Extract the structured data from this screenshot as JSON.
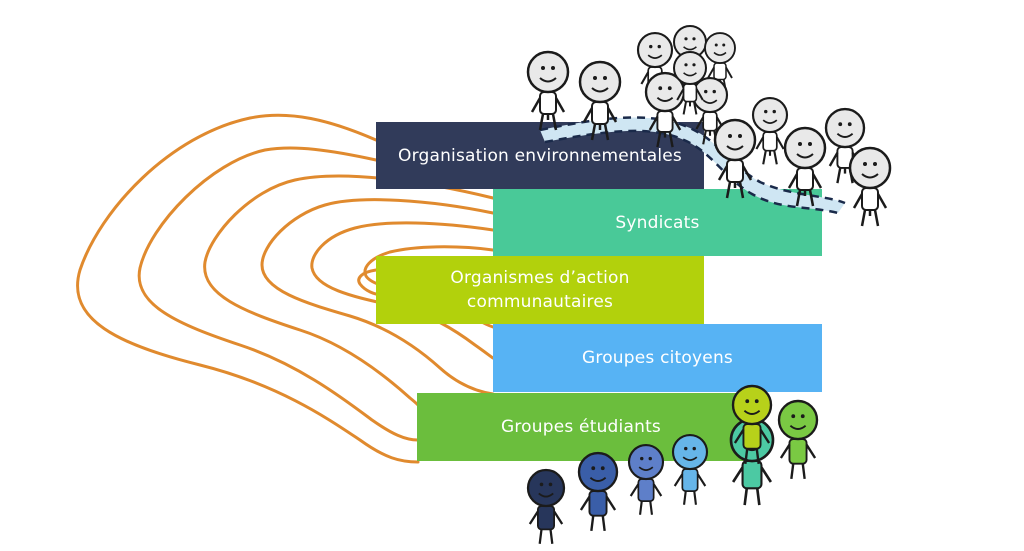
{
  "colors": {
    "contour": "#e08a2e",
    "path_fill": "#cfe6f3",
    "path_dash": "#1a2a4a",
    "ink": "#1b1b1b",
    "crowd_face": "#e9e9e9"
  },
  "bars": [
    {
      "id": "env",
      "label": "Organisation environnementales",
      "color": "#313b5a"
    },
    {
      "id": "synd",
      "label": "Syndicats",
      "color": "#49c998"
    },
    {
      "id": "org",
      "label": "Organismes d’action\ncommunautaires",
      "color": "#b2d10c"
    },
    {
      "id": "cit",
      "label": "Groupes citoyens",
      "color": "#57b3f4"
    },
    {
      "id": "etu",
      "label": "Groupes étudiants",
      "color": "#6bbe3d"
    }
  ],
  "figures": {
    "bottom_colors": [
      "#27365b",
      "#3a5ea8",
      "#5e7fc9",
      "#66b5e8",
      "#4cc9a3",
      "#b7d11a",
      "#7ac943"
    ]
  }
}
